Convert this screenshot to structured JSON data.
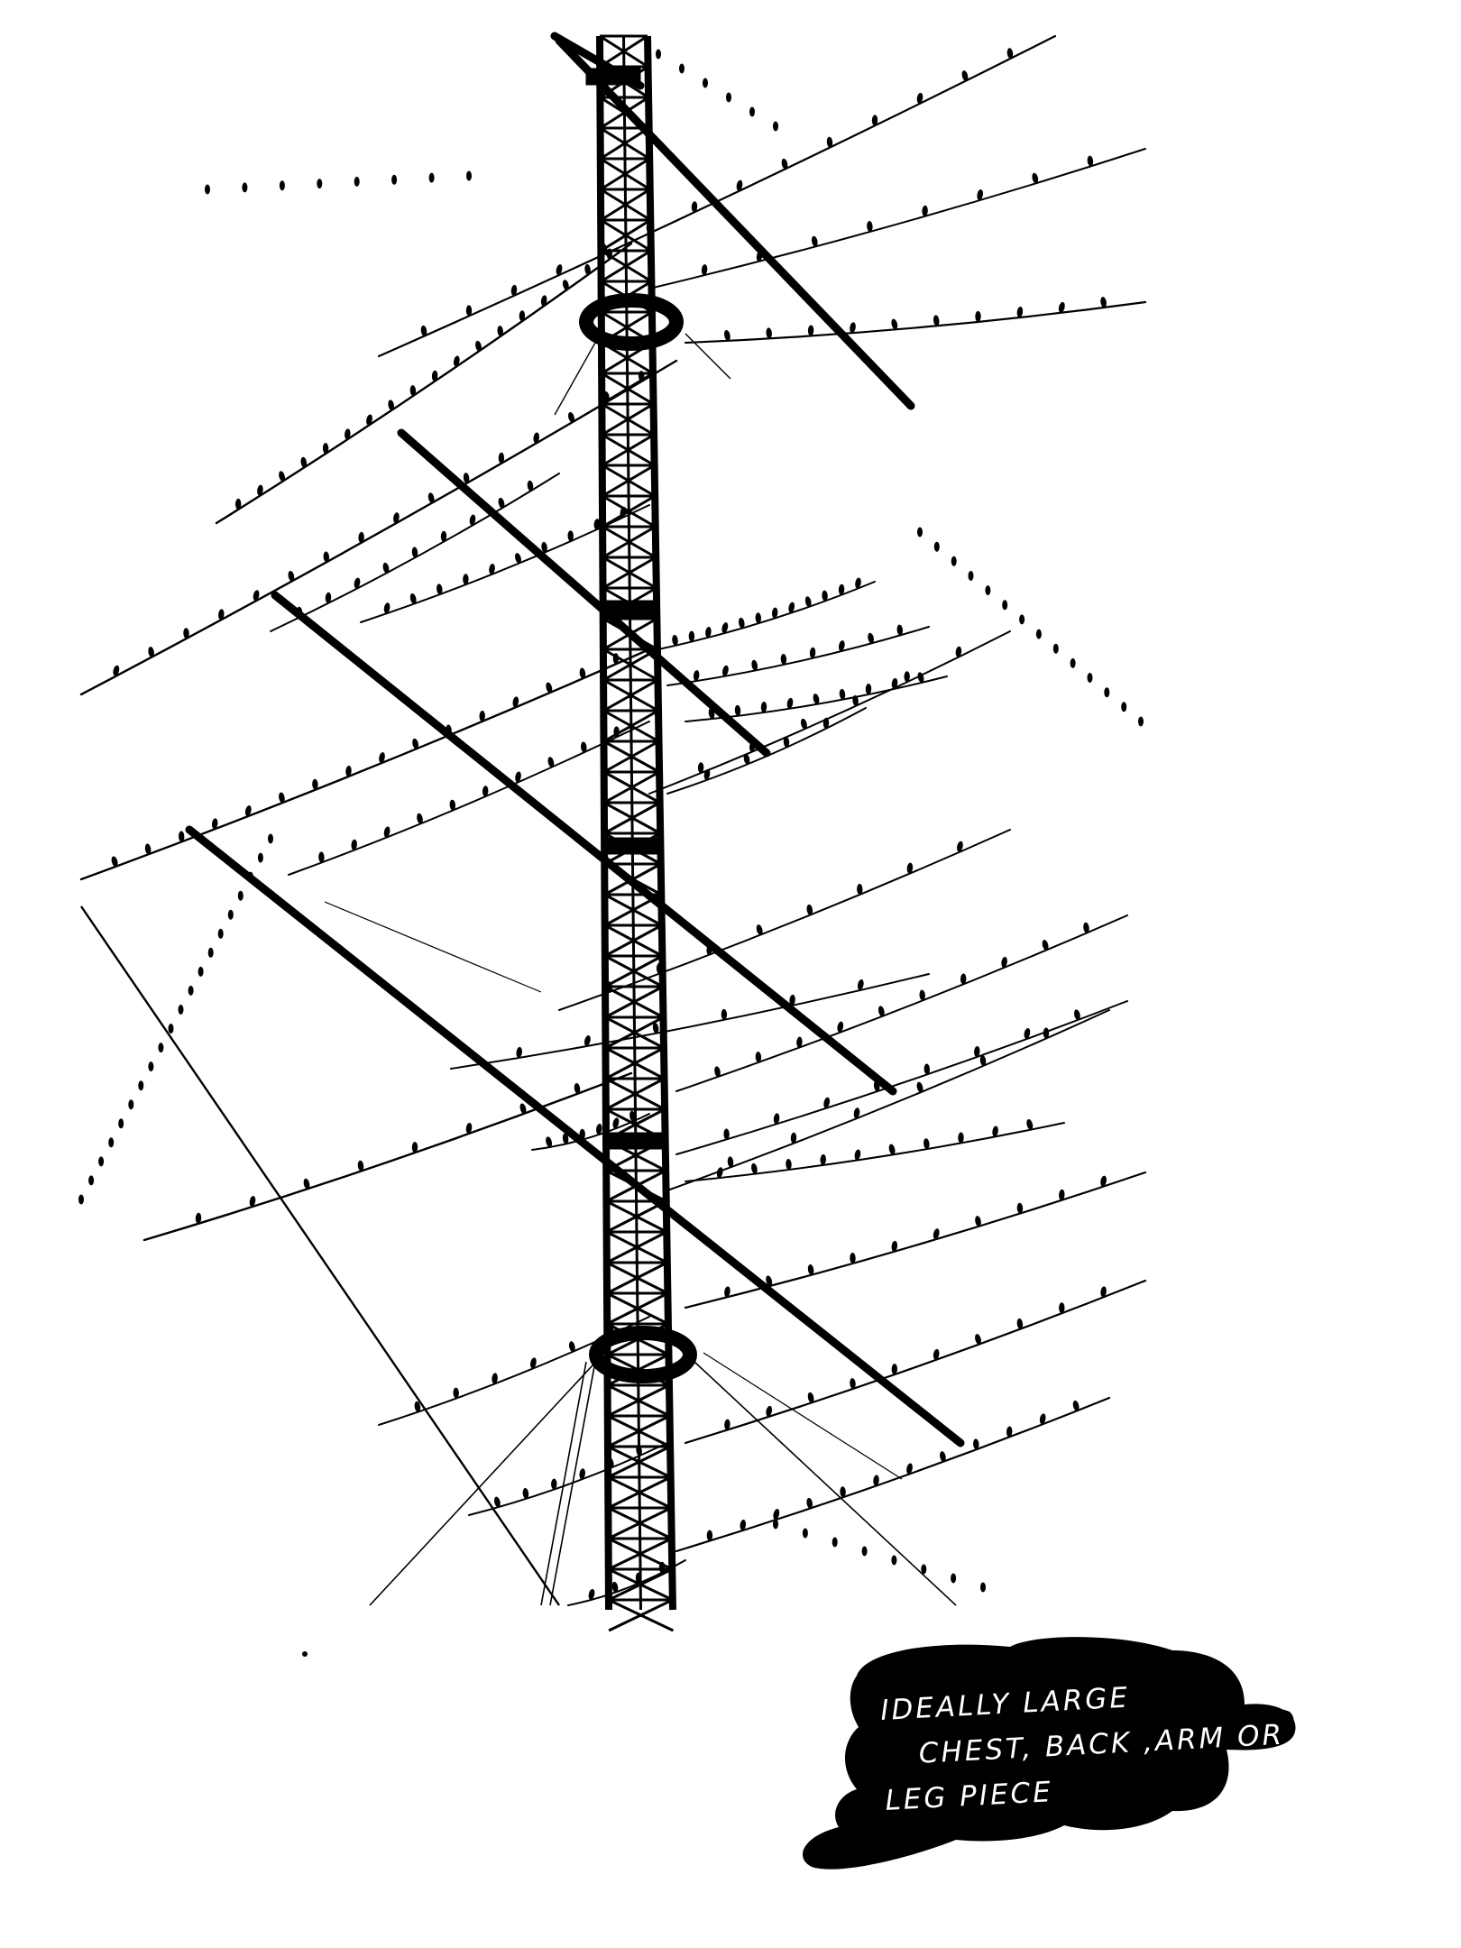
{
  "image": {
    "subject": "tower",
    "colors": {
      "ink": "#000000",
      "background": "#ffffff",
      "note_text": "#ffffff"
    }
  },
  "note": {
    "lines": [
      "IDEALLY LARGE",
      "CHEST, BACK ,ARM OR",
      "LEG PIECE"
    ]
  }
}
